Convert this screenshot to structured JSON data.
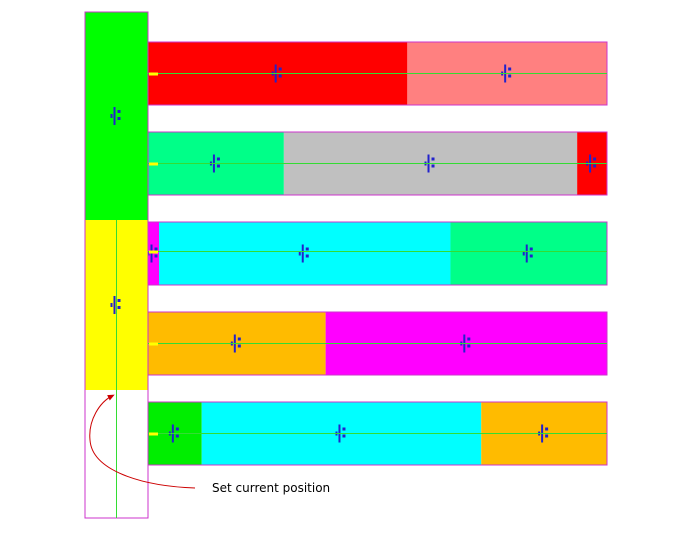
{
  "annotation": {
    "label": "Set current position"
  },
  "colors": {
    "border": "#cc33cc",
    "guide_line": "#33dd33",
    "arrow": "#cc0000",
    "marker": "#ffff00",
    "glyph": "#2222cc"
  },
  "left_column": {
    "blocks": [
      {
        "color": "#00ff00"
      },
      {
        "color": "#ffff00"
      },
      {
        "color": "#ffffff"
      }
    ]
  },
  "rows": [
    {
      "segments": [
        {
          "color": "#ff0000",
          "share": 0.565
        },
        {
          "color": "#ff8080",
          "share": 0.435
        }
      ]
    },
    {
      "segments": [
        {
          "color": "#00ff88",
          "share": 0.296
        },
        {
          "color": "#c0c0c0",
          "share": 0.639
        },
        {
          "color": "#ff0000",
          "share": 0.065
        }
      ]
    },
    {
      "segments": [
        {
          "color": "#ff00ff",
          "share": 0.024
        },
        {
          "color": "#00ffff",
          "share": 0.635
        },
        {
          "color": "#00ff88",
          "share": 0.341
        }
      ]
    },
    {
      "segments": [
        {
          "color": "#ffbb00",
          "share": 0.387
        },
        {
          "color": "#ff00ff",
          "share": 0.613
        }
      ]
    },
    {
      "segments": [
        {
          "color": "#00ee00",
          "share": 0.117
        },
        {
          "color": "#00ffff",
          "share": 0.609
        },
        {
          "color": "#ffbb00",
          "share": 0.274
        }
      ]
    }
  ]
}
